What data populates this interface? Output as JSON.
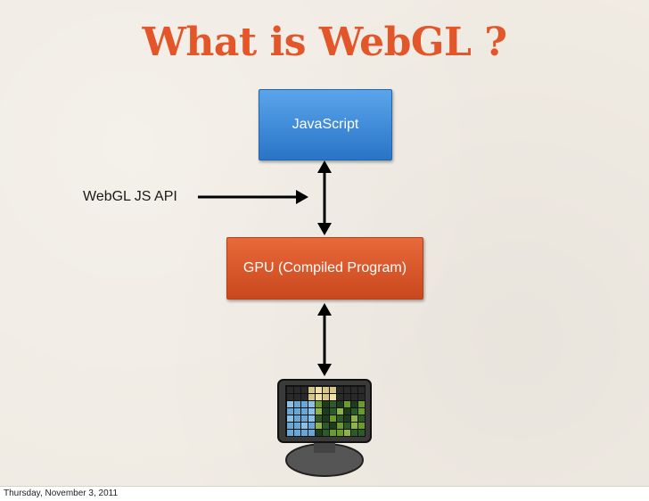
{
  "slide": {
    "title": "What is WebGL ?",
    "javascript_box": "JavaScript",
    "gpu_box": "GPU (Compiled Program)",
    "api_label": "WebGL JS API",
    "monitor_icon": "monitor-icon"
  },
  "footer": {
    "date": "Thursday, November 3, 2011"
  },
  "colors": {
    "title": "#e2562a",
    "javascript_box": "#3b8ddc",
    "gpu_box": "#d95528",
    "background": "#f0ebe3"
  }
}
